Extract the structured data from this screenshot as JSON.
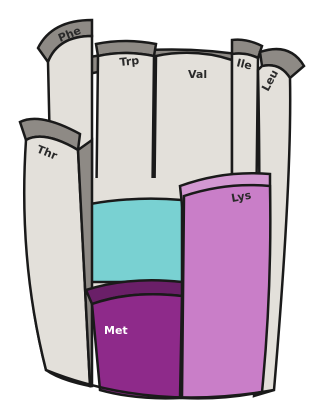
{
  "staves": {
    "phe": "Phe",
    "trp": "Trp",
    "val": "Val",
    "ile": "Ile",
    "leu": "Leu",
    "thr": "Thr",
    "lys": "Lys",
    "met": "Met"
  },
  "colors": {
    "stave_fill": "#e3e0da",
    "stave_edge": "#8e8a85",
    "outline": "#1a1a1a",
    "water": "#79d1d2",
    "lys_fill": "#c97ec8",
    "met_fill": "#8e2a8a"
  }
}
